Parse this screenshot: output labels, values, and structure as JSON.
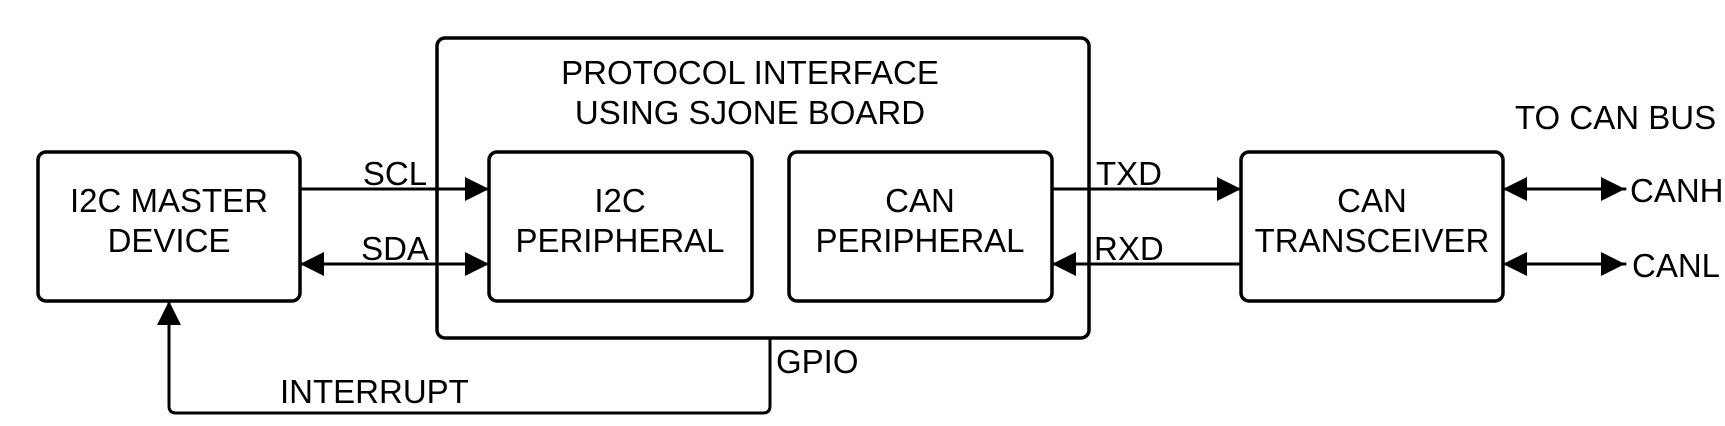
{
  "diagram": {
    "interface_title": [
      "PROTOCOL INTERFACE",
      "USING SJONE BOARD"
    ],
    "blocks": {
      "i2c_master": [
        "I2C MASTER",
        "DEVICE"
      ],
      "i2c_peripheral": [
        "I2C",
        "PERIPHERAL"
      ],
      "can_peripheral": [
        "CAN",
        "PERIPHERAL"
      ],
      "can_transceiver": [
        "CAN",
        "TRANSCEIVER"
      ]
    },
    "signals": {
      "scl": "SCL",
      "sda": "SDA",
      "txd": "TXD",
      "rxd": "RXD",
      "gpio": "GPIO",
      "interrupt": "INTERRUPT",
      "canh": "CANH",
      "canl": "CANL",
      "bus": "TO CAN BUS"
    },
    "colors": {
      "stroke": "#000000",
      "background": "#ffffff"
    }
  }
}
